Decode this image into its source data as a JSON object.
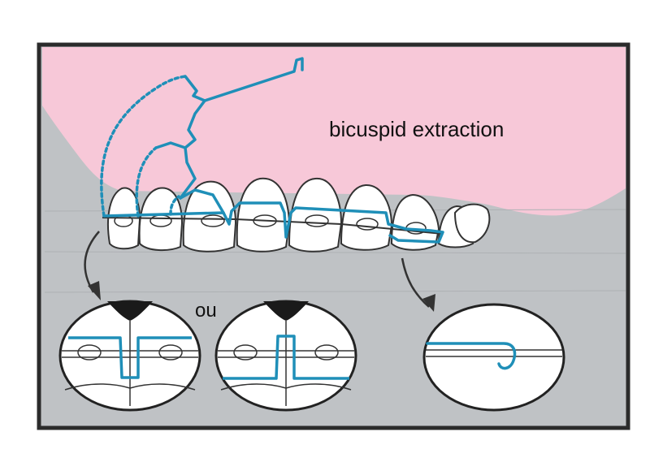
{
  "labels": {
    "main": "bicuspid extraction",
    "or": "ou"
  },
  "colors": {
    "gum": "#f7c8d8",
    "background": "#bfc2c5",
    "frame": "#2b2b2b",
    "wire": "#1f8fb8",
    "archwire": "#333333",
    "tooth": "#ffffff",
    "contact": "#1a1a1a"
  },
  "diagram": {
    "teeth_count": 9,
    "detail_views": [
      "loop-detail-left",
      "loop-detail-middle",
      "hook-detail-right"
    ]
  }
}
